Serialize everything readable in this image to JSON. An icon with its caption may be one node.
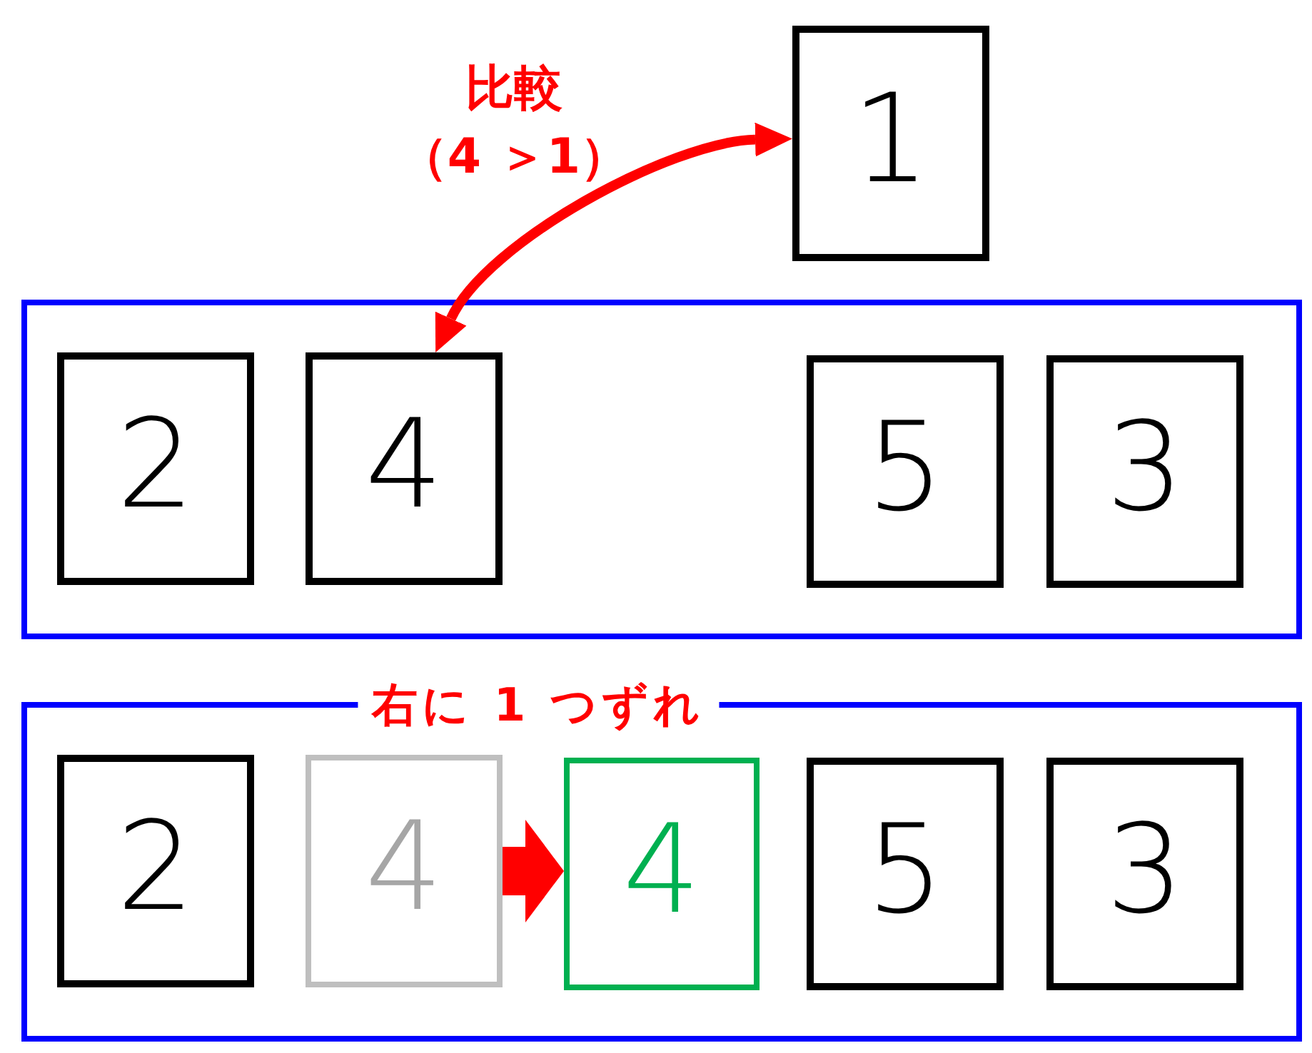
{
  "diagram": {
    "nodes": [
      {
        "text": [
          "1"
        ]
      },
      {
        "text": [],
        "shape": "box"
      },
      {
        "text": [
          "2"
        ],
        "in": 1
      },
      {
        "text": [
          "4"
        ],
        "in": 1
      },
      {
        "text": [
          "5"
        ],
        "in": 1
      },
      {
        "text": [
          "3"
        ],
        "in": 1
      },
      {
        "text": [
          "右に 1 つずれ"
        ]
      },
      {
        "text": [
          "2"
        ],
        "in": 6
      },
      {
        "text": [
          "4"
        ],
        "in": 6
      },
      {
        "text": [
          "4"
        ],
        "in": 6
      },
      {
        "text": [
          "5"
        ],
        "in": 6
      },
      {
        "text": [
          "3"
        ],
        "in": 6
      }
    ],
    "edges": [
      {
        "from": 0,
        "to": 3,
        "arrow": "both",
        "label": "比較（4 ＞1）",
        "color": "#ff0000"
      },
      {
        "from": 8,
        "to": 9,
        "arrow": "to",
        "style": "thick",
        "color": "#ff0000"
      }
    ]
  }
}
